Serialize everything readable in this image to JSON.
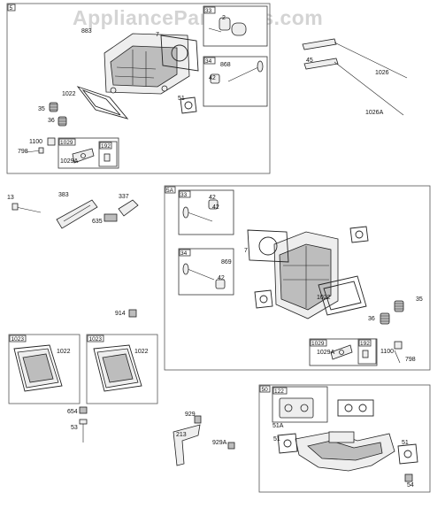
{
  "watermark": "AppliancePartsPros.com",
  "groups": {
    "g5": "5",
    "g5A": "5A",
    "g1023a": "1023",
    "g1023b": "1023",
    "g50": "50",
    "g33a": "33",
    "g34a": "34",
    "g1029a": "1029",
    "g192a": "192",
    "g33b": "33",
    "g34b": "34",
    "g1029b": "1029",
    "g192b": "192",
    "g122": "122"
  },
  "callouts": [
    {
      "id": "c1",
      "text": "883"
    },
    {
      "id": "c2",
      "text": "7"
    },
    {
      "id": "c3",
      "text": "2"
    },
    {
      "id": "c4",
      "text": "868"
    },
    {
      "id": "c5",
      "text": "42"
    },
    {
      "id": "c6",
      "text": "51"
    },
    {
      "id": "c7",
      "text": "1022"
    },
    {
      "id": "c8",
      "text": "35"
    },
    {
      "id": "c9",
      "text": "36"
    },
    {
      "id": "c10",
      "text": "1100"
    },
    {
      "id": "c11",
      "text": "798"
    },
    {
      "id": "c12",
      "text": "1029A"
    },
    {
      "id": "c13",
      "text": "45"
    },
    {
      "id": "c14",
      "text": "1026"
    },
    {
      "id": "c15",
      "text": "1026A"
    },
    {
      "id": "c16",
      "text": "13"
    },
    {
      "id": "c17",
      "text": "383"
    },
    {
      "id": "c18",
      "text": "337"
    },
    {
      "id": "c19",
      "text": "635"
    },
    {
      "id": "c20",
      "text": "42"
    },
    {
      "id": "c21",
      "text": "869"
    },
    {
      "id": "c22",
      "text": "42"
    },
    {
      "id": "c23",
      "text": "7"
    },
    {
      "id": "c24",
      "text": "1022"
    },
    {
      "id": "c25",
      "text": "35"
    },
    {
      "id": "c26",
      "text": "36"
    },
    {
      "id": "c27",
      "text": "1029A"
    },
    {
      "id": "c28",
      "text": "1100"
    },
    {
      "id": "c29",
      "text": "798"
    },
    {
      "id": "c30",
      "text": "914"
    },
    {
      "id": "c31",
      "text": "1022"
    },
    {
      "id": "c32",
      "text": "1022"
    },
    {
      "id": "c33",
      "text": "654"
    },
    {
      "id": "c34",
      "text": "53"
    },
    {
      "id": "c35",
      "text": "929"
    },
    {
      "id": "c36",
      "text": "213"
    },
    {
      "id": "c37",
      "text": "929A"
    },
    {
      "id": "c38",
      "text": "51A"
    },
    {
      "id": "c39",
      "text": "51"
    },
    {
      "id": "c40",
      "text": "51"
    },
    {
      "id": "c41",
      "text": "54"
    },
    {
      "id": "c42",
      "text": "42"
    }
  ]
}
